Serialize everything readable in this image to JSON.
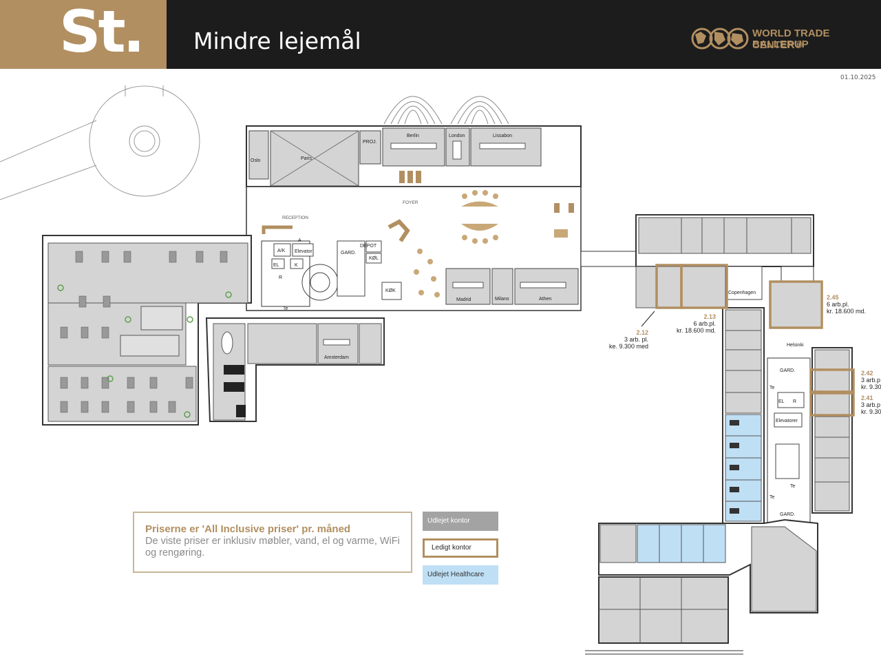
{
  "header": {
    "floor_code": "St.",
    "title": "Mindre lejemål",
    "logo_line1": "WORLD TRADE CENTER®",
    "logo_line2": "BALLERUP"
  },
  "date": "01.10.2025",
  "price_box": {
    "title": "Priserne er 'All Inclusive priser' pr. måned",
    "text": "De viste priser er inklusiv møbler, vand, el og varme, WiFi og rengøring."
  },
  "legend": {
    "rented": "Udlejet kontor",
    "vacant": "Ledigt kontor",
    "healthcare": "Udlejet Healthcare"
  },
  "colors": {
    "header_bg": "#1c1c1c",
    "accent_gold": "#b18f61",
    "rented_gray": "#a3a3a3",
    "healthcare_blue": "#bfdff5",
    "room_gray": "#d4d4d4"
  },
  "rooms": {
    "oslo": "Oslo",
    "paris": "Paris",
    "proj": "PROJ.",
    "berlin": "Berlin",
    "london": "London",
    "lissabon": "Lissabon",
    "foyer": "FOYER",
    "reception": "RECEPTION",
    "ak": "A/K",
    "a": "A",
    "elevator": "Elevator",
    "el": "EL",
    "k": "K",
    "r": "R",
    "gard": "GARD.",
    "depot": "DEPOT",
    "kol": "KØL",
    "kok": "KØK",
    "madrid": "Madrid",
    "milano": "Milano",
    "athen": "Athen",
    "amsterdam": "Amsterdam",
    "te": "Te",
    "copenhagen": "Copenhagen",
    "helsinki": "Helsinki",
    "gard2": "GARD.",
    "el2": "EL",
    "r2": "R",
    "elevatorer": "Elevatorer",
    "gard3": "GARD.",
    "te2": "Te",
    "te3": "Te",
    "te4": "Te"
  },
  "offices": [
    {
      "id": "2.12",
      "desks": "3 arb. pl.",
      "price": "ke. 9.300 med"
    },
    {
      "id": "2.13",
      "desks": "6 arb.pl.",
      "price": "kr. 18.600 md."
    },
    {
      "id": "2.45",
      "desks": "6 arb.pl.",
      "price": "kr. 18.600 md."
    },
    {
      "id": "2.42",
      "desks": "3 arb.p",
      "price": "kr. 9.30"
    },
    {
      "id": "2.41",
      "desks": "3 arb.p",
      "price": "kr. 9.30"
    }
  ]
}
